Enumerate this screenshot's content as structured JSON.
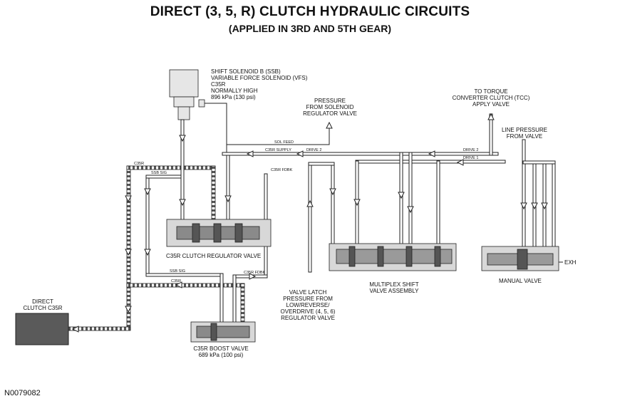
{
  "title": "DIRECT (3, 5, R) CLUTCH HYDRAULIC CIRCUITS",
  "subtitle": "(APPLIED IN 3RD AND 5TH GEAR)",
  "solenoid_label": "SHIFT SOLENOID B (SSB)\nVARIABLE FORCE SOLENOID (VFS)\nC35R\nNORMALLY HIGH\n896 kPa (130 psi)",
  "pressure_label": "PRESSURE\nFROM SOLENOID\nREGULATOR VALVE",
  "tcc_label": "TO TORQUE\nCONVERTER CLUTCH (TCC)\nAPPLY VALVE",
  "line_pressure_label": "LINE PRESSURE\nFROM VALVE",
  "regulator_valve_label": "C35R CLUTCH REGULATOR VALVE",
  "direct_clutch_label": "DIRECT\nCLUTCH C35R",
  "boost_valve_label": "C35R BOOST VALVE\n689 kPa (100 psi)",
  "valve_latch_label": "VALVE LATCH\nPRESSURE FROM\nLOW/REVERSE/\nOVERDRIVE (4, 5, 6)\nREGULATOR VALVE",
  "multiplex_label": "MULTIPLEX SHIFT\nVALVE ASSEMBLY",
  "manual_valve_label": "MANUAL VALVE",
  "exh_label": "EXH",
  "figure_code": "N0079082",
  "lines": {
    "sol_feed": "SOL FEED",
    "c35r_supply": "C35R SUPPLY",
    "drive2": "DRIVE 2",
    "drive2_b": "DRIVE 2",
    "drive1": "DRIVE 1",
    "c35r": "C35R",
    "ssb_sig": "SSB SIG",
    "c35r_fdbk": "C35R FDBK",
    "ssb_sig_2": "SSB SIG",
    "c35r_2": "C35R",
    "c35r_fdbk_2": "C35R FDBK"
  },
  "colors": {
    "line": "#222222",
    "fill_dark": "#444444",
    "fill_mid": "#9a9a9a",
    "fill_light": "#d8d8d8"
  }
}
